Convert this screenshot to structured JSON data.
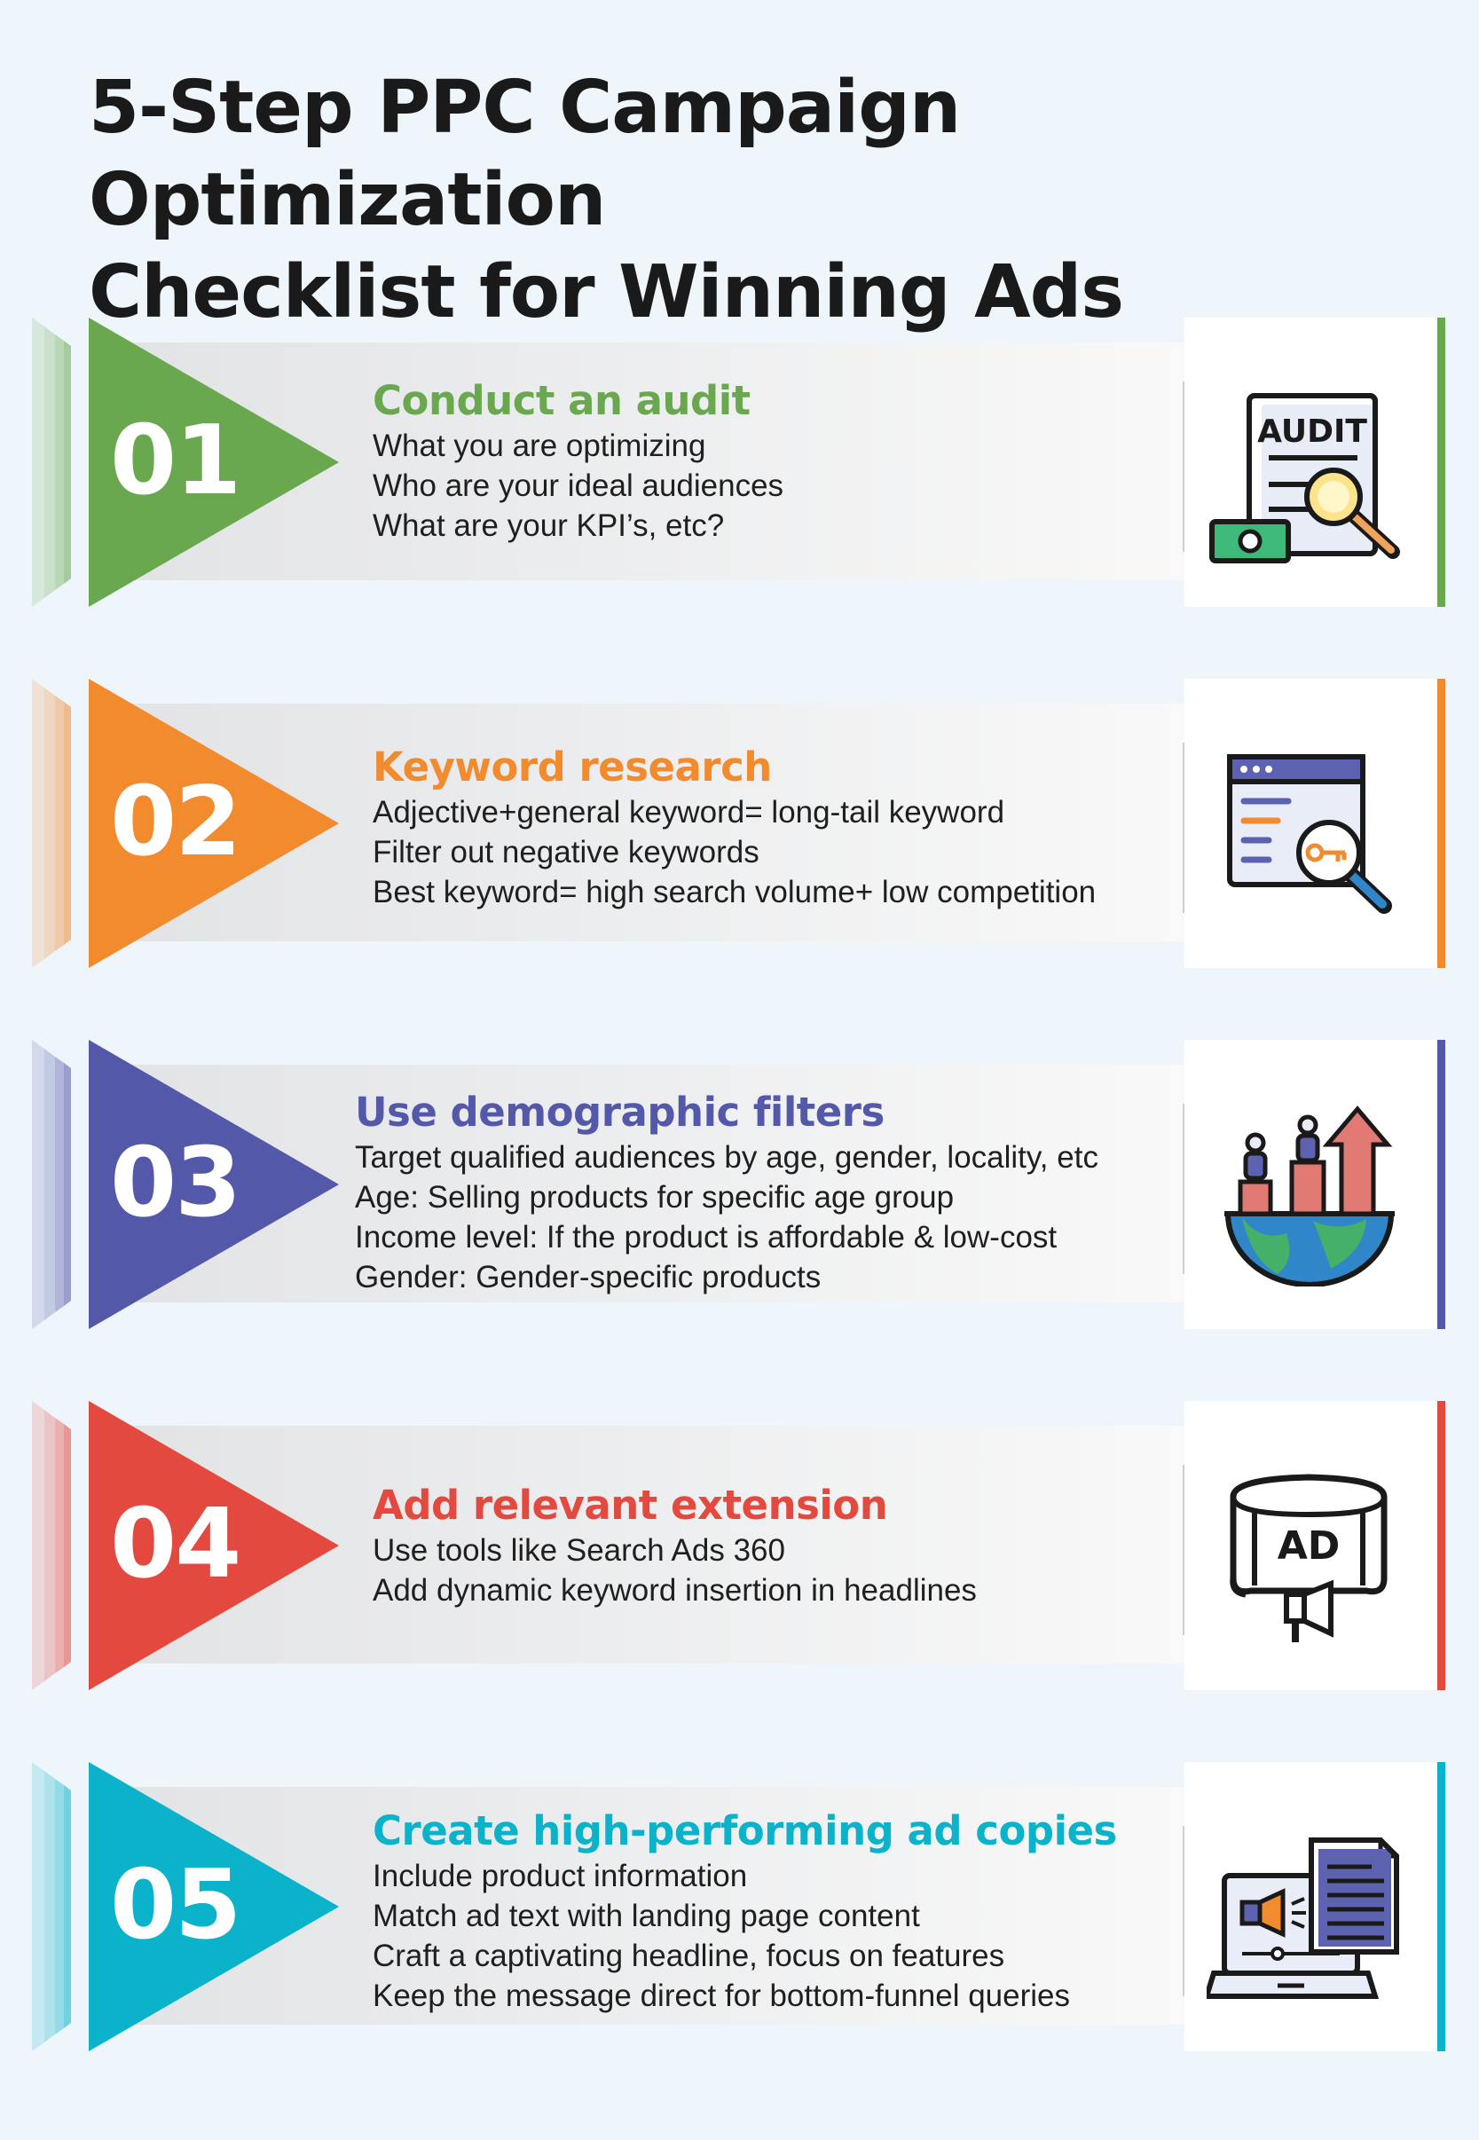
{
  "title": {
    "line1": "5-Step PPC Campaign Optimization",
    "line2": "Checklist for Winning Ads"
  },
  "steps": [
    {
      "number": "01",
      "heading": "Conduct an audit",
      "color": "#6aa84f",
      "icon": "audit-document-icon",
      "lines": [
        "What you are optimizing",
        "Who are your ideal audiences",
        "What are your KPI’s, etc?"
      ]
    },
    {
      "number": "02",
      "heading": "Keyword research",
      "color": "#f28a2e",
      "icon": "keyword-search-icon",
      "lines": [
        "Adjective+general keyword= long-tail keyword",
        "Filter out negative keywords",
        "Best keyword= high search volume+ low competition"
      ]
    },
    {
      "number": "03",
      "heading": "Use demographic filters",
      "color": "#5458a8",
      "icon": "demographic-globe-icon",
      "lines": [
        "Target qualified audiences by age, gender, locality, etc",
        "Age: Selling products for specific age group",
        "Income level: If the product is affordable & low-cost",
        "Gender: Gender-specific products"
      ]
    },
    {
      "number": "04",
      "heading": "Add relevant extension",
      "color": "#e4493f",
      "icon": "ad-banner-icon",
      "lines": [
        "Use tools like Search Ads 360",
        "Add dynamic keyword insertion in headlines"
      ]
    },
    {
      "number": "05",
      "heading": "Create high-performing ad copies",
      "color": "#0ab3c9",
      "icon": "laptop-ad-copy-icon",
      "lines": [
        "Include product information",
        "Match ad text with landing page content",
        "Craft a captivating headline, focus on features",
        "Keep the message direct for bottom-funnel queries"
      ]
    }
  ],
  "icon_labels": {
    "audit": "AUDIT",
    "ad": "AD"
  }
}
